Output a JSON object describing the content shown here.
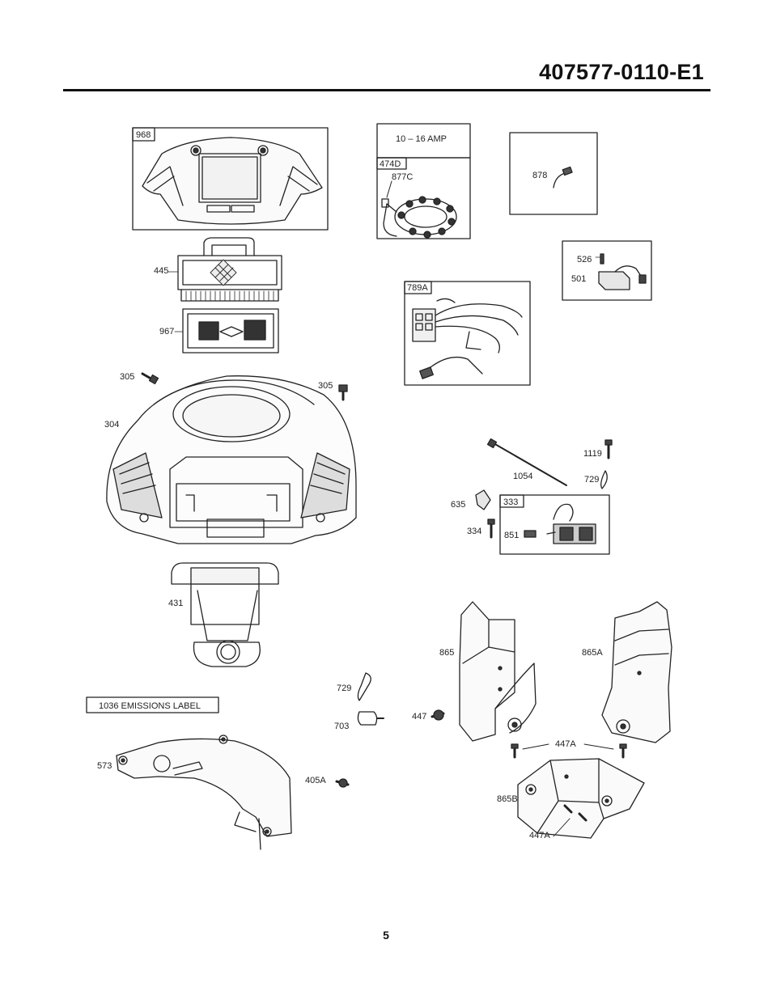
{
  "header": {
    "part_number": "407577-0110-E1"
  },
  "footer": {
    "page_number": "5"
  },
  "boxes": {
    "b968": "968",
    "amp": "10 – 16 AMP",
    "b474d": "474D",
    "b789a": "789A",
    "b333": "333",
    "emissions": "1036 EMISSIONS LABEL"
  },
  "callouts": {
    "c877c": "877C",
    "c878": "878",
    "c526": "526",
    "c501": "501",
    "c445": "445",
    "c967": "967",
    "c305a": "305",
    "c305b": "305",
    "c304": "304",
    "c1119": "1119",
    "c1054": "1054",
    "c729a": "729",
    "c635": "635",
    "c334": "334",
    "c851": "851",
    "c431": "431",
    "c865": "865",
    "c865a": "865A",
    "c729b": "729",
    "c703": "703",
    "c447": "447",
    "c447a1": "447A",
    "c573": "573",
    "c405a": "405A",
    "c865b": "865B",
    "c447a2": "447A"
  }
}
